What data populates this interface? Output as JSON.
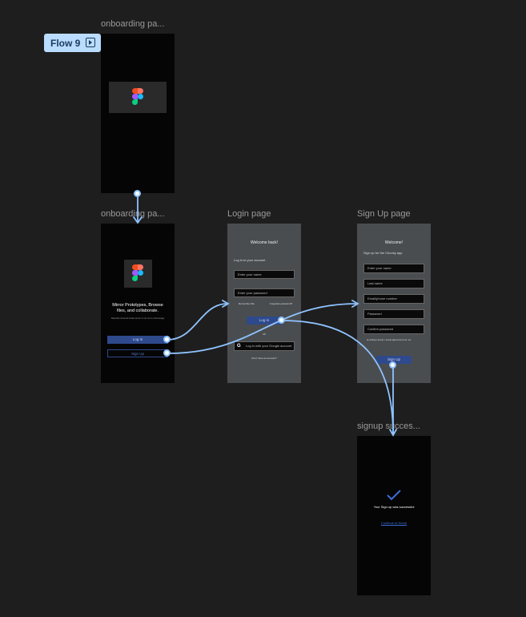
{
  "flow": {
    "label": "Flow 9"
  },
  "frames": {
    "onboarding1": {
      "title": "onboarding pa..."
    },
    "onboarding2": {
      "title": "onboarding pa...",
      "headline": "Mirror Prototypes, Browse files, and collaborate.",
      "subtext": "Reactile Ascend ta Ea la Fe in ref of on chcovrage",
      "login_label": "Log In",
      "signup_label": "Sign Up"
    },
    "login": {
      "title": "Login page",
      "welcome": "Welcome back!",
      "subtitle": "Log in to your account",
      "name_placeholder": "Enter your name",
      "password_placeholder": "Enter your password",
      "remember": "Remember Me",
      "forgot": "Forgotten password?",
      "login_label": "Log in",
      "or": "or",
      "google_label": "Log in with your Google account",
      "signup_prompt": "Don't have an account?"
    },
    "signup": {
      "title": "Sign Up page",
      "welcome": "Welcome!",
      "subtitle": "Sign up for the Chunky app",
      "fields": [
        "Enter your name",
        "Last name",
        "Email/phone number",
        "Password",
        "Confirm password"
      ],
      "terms": "by clicking I accept, I accept agreed terms etc. etc.",
      "button": "Sign Up"
    },
    "success": {
      "title": "signup succes...",
      "message": "Your Sign up was successful",
      "continue_label": "Continue to Home"
    }
  },
  "colors": {
    "canvas": "#1e1e1e",
    "flow_badge": "#b9dcff",
    "connector": "#8fc3ff",
    "button_blue": "#2e4a8c"
  }
}
